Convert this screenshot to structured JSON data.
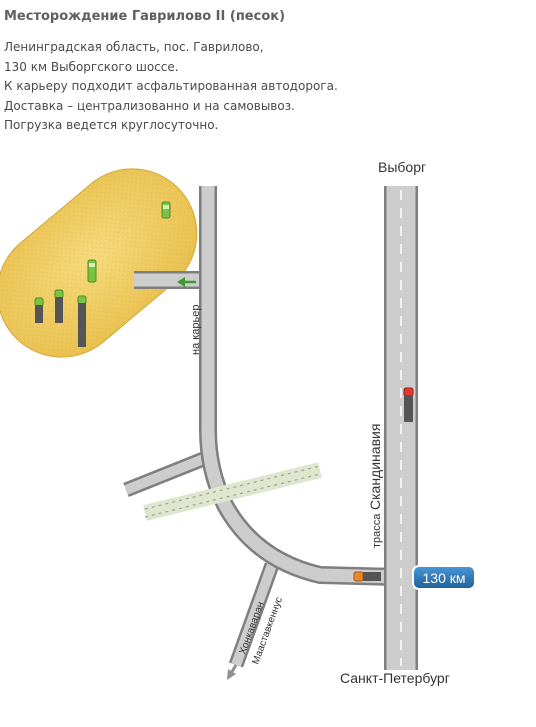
{
  "header": {
    "title": "Месторождение Гаврилово II (песок)"
  },
  "description": {
    "lines": [
      "Ленинградская область, пос. Гаврилово,",
      "130 км Выборгского шоссе.",
      "К карьеру подходит асфальтированная автодорога.",
      "Доставка – централизованно и на самовывоз.",
      "Погрузка ведется круглосуточно."
    ]
  },
  "map": {
    "labels": {
      "north": "Выборг",
      "south": "Санкт-Петербург",
      "quarry_road": "на карьер",
      "highway_prefix": "трасса",
      "highway_name": "Скандинавия",
      "side_road_1": "Хонкаваран",
      "side_road_2": "Мааставкеннус"
    },
    "km_badge": "130 км",
    "colors": {
      "sand": "#f3d36b",
      "sand_border": "#d9ae3b",
      "road": "#c9c9c9",
      "road_edge": "#8e8e8e",
      "badge": "#2f79b8",
      "arrow": "#3b9a2e"
    }
  }
}
